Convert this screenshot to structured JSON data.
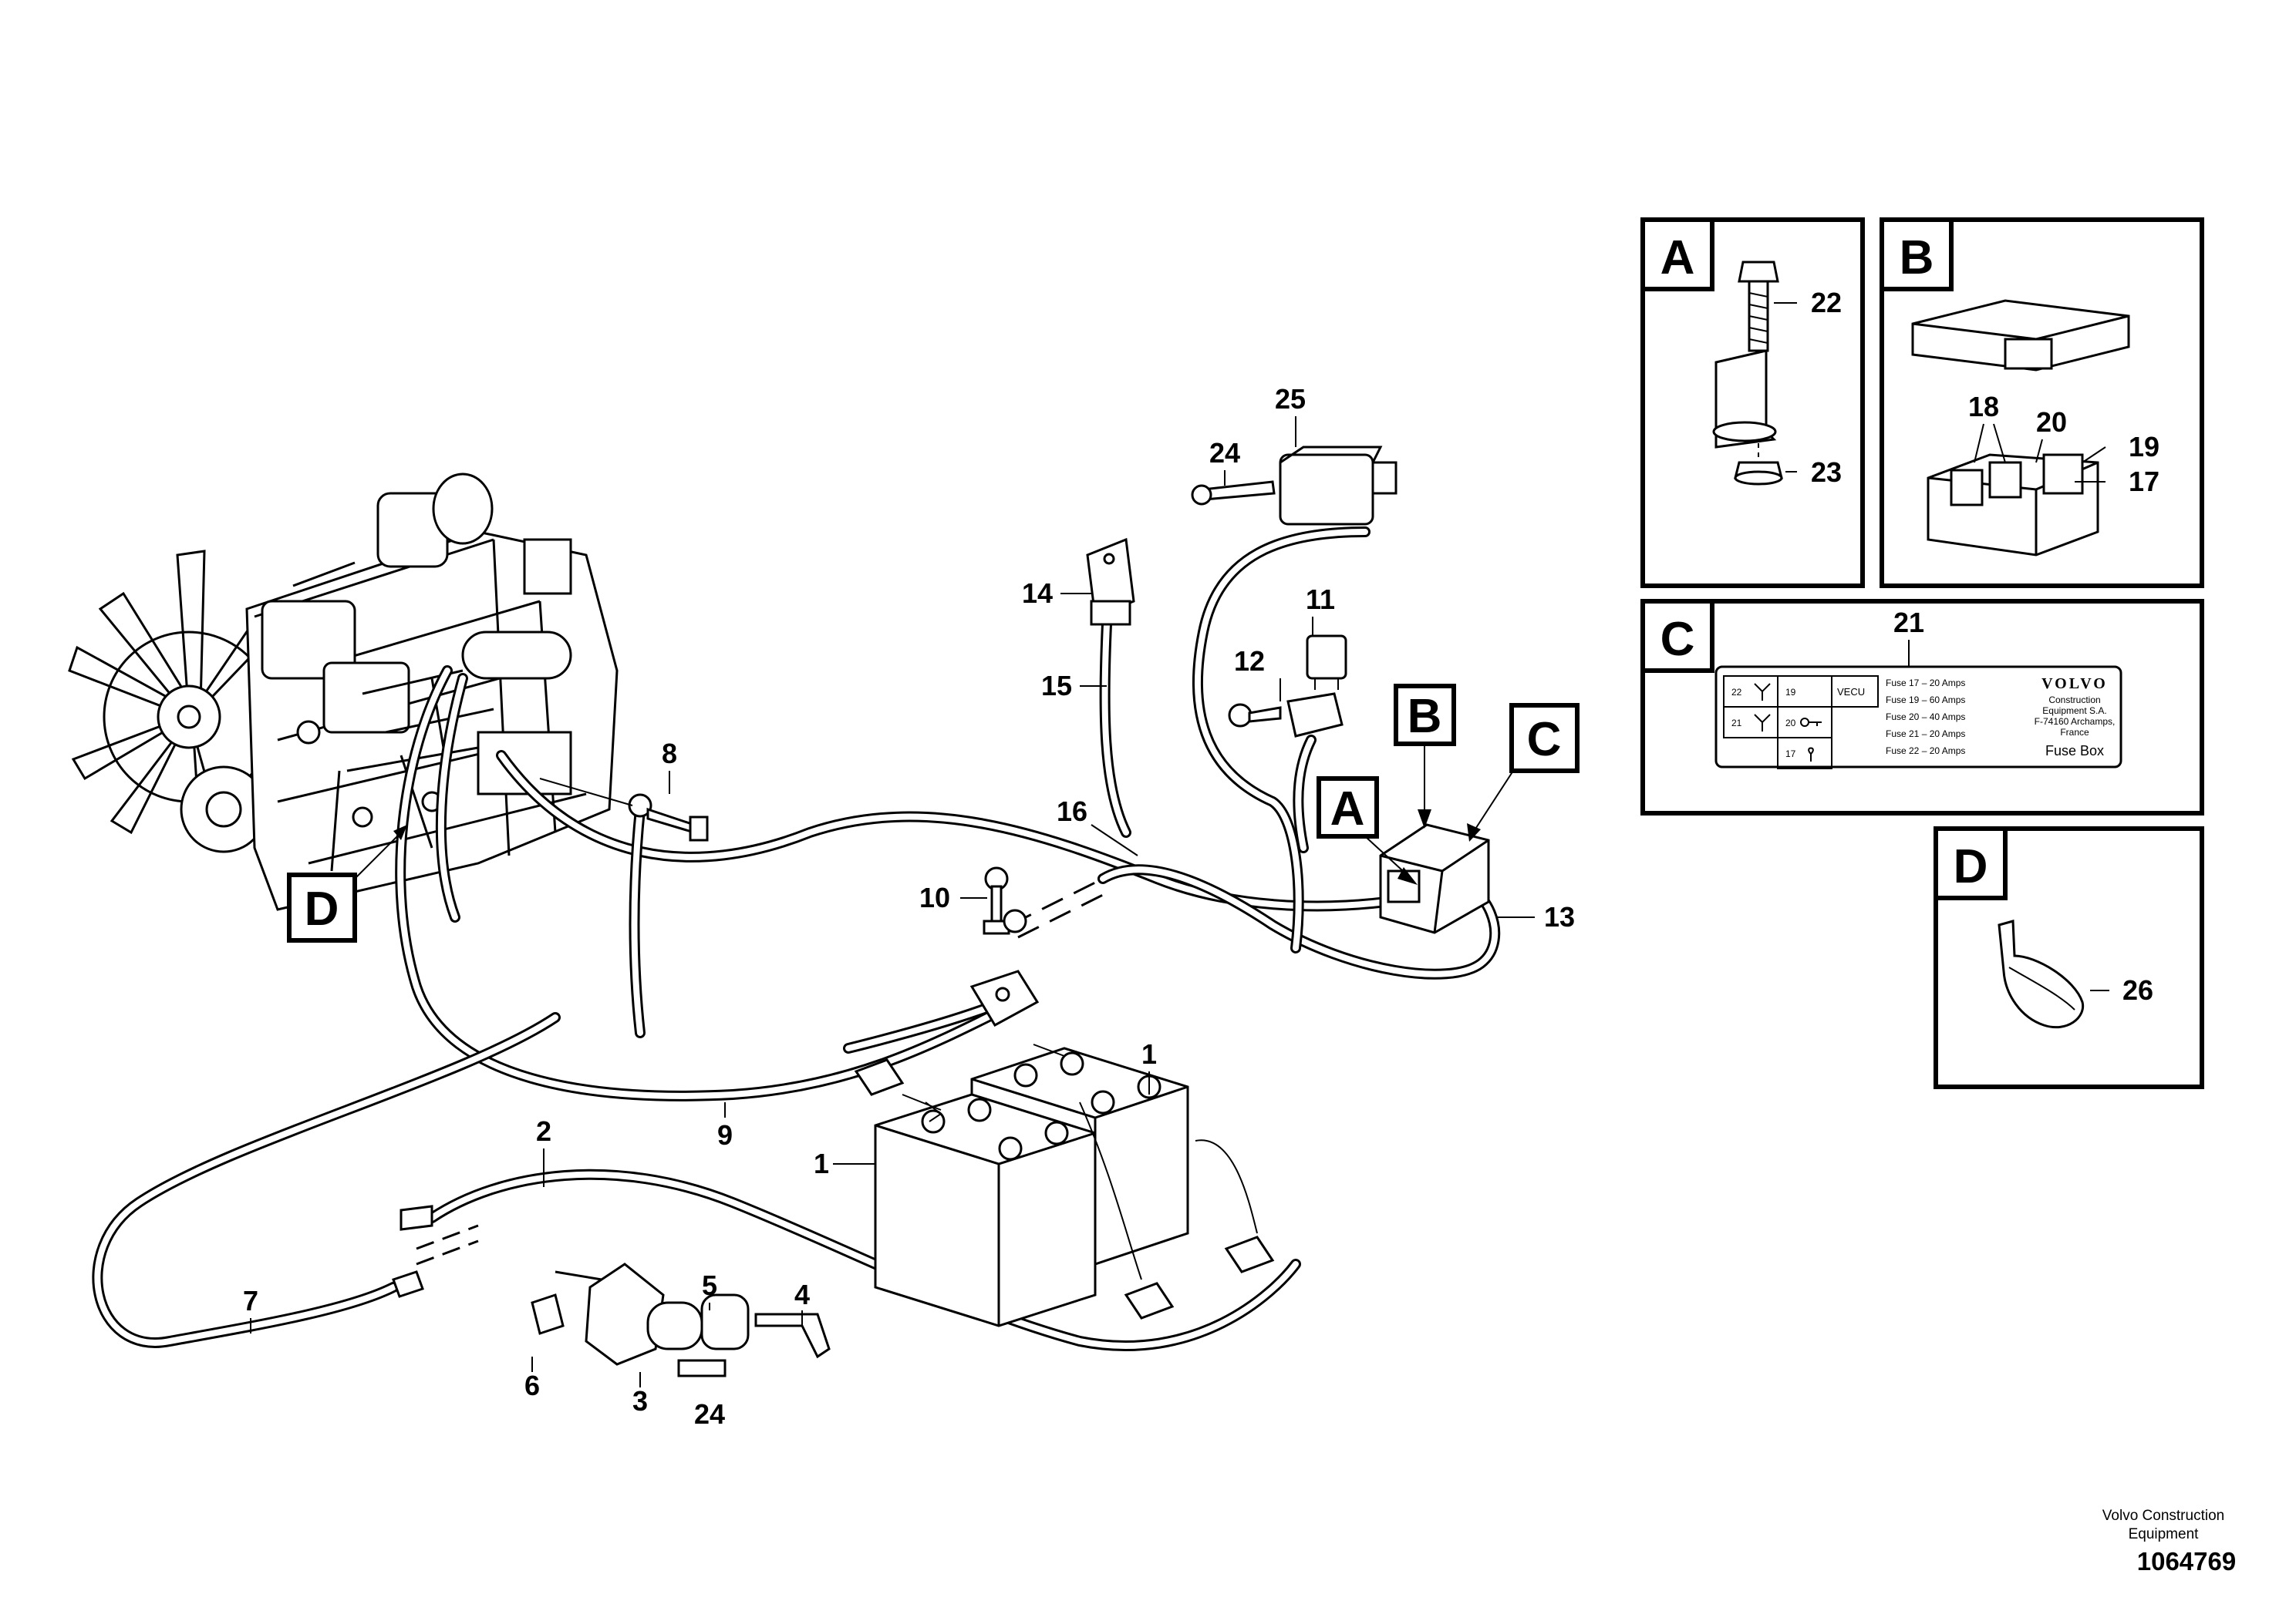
{
  "callouts": {
    "c1a": "1",
    "c1b": "1",
    "c2": "2",
    "c3": "3",
    "c4": "4",
    "c5": "5",
    "c6": "6",
    "c7": "7",
    "c8": "8",
    "c9": "9",
    "c10": "10",
    "c11": "11",
    "c12": "12",
    "c13": "13",
    "c14": "14",
    "c15": "15",
    "c16": "16",
    "c24a": "24",
    "c24b": "24",
    "c25": "25"
  },
  "detail_letters": {
    "A": "A",
    "B": "B",
    "C": "C",
    "D": "D"
  },
  "panel_a": {
    "c22": "22",
    "c23": "23"
  },
  "panel_b": {
    "c17": "17",
    "c18": "18",
    "c19": "19",
    "c20": "20"
  },
  "panel_c": {
    "c21": "21",
    "decal": {
      "cells": [
        "22",
        "19",
        "VECU",
        "21",
        "20",
        "17"
      ],
      "fuses": [
        "Fuse 17 – 20 Amps",
        "Fuse 19 – 60 Amps",
        "Fuse 20 – 40 Amps",
        "Fuse 21 – 20 Amps",
        "Fuse 22 – 20 Amps"
      ],
      "brand": "VOLVO",
      "company_lines": [
        "Construction",
        "Equipment S.A.",
        "F-74160 Archamps,",
        "France"
      ],
      "title": "Fuse Box"
    }
  },
  "panel_d": {
    "c26": "26"
  },
  "footer": {
    "company_line1": "Volvo Construction",
    "company_line2": "Equipment",
    "drawing_number": "1064769"
  }
}
